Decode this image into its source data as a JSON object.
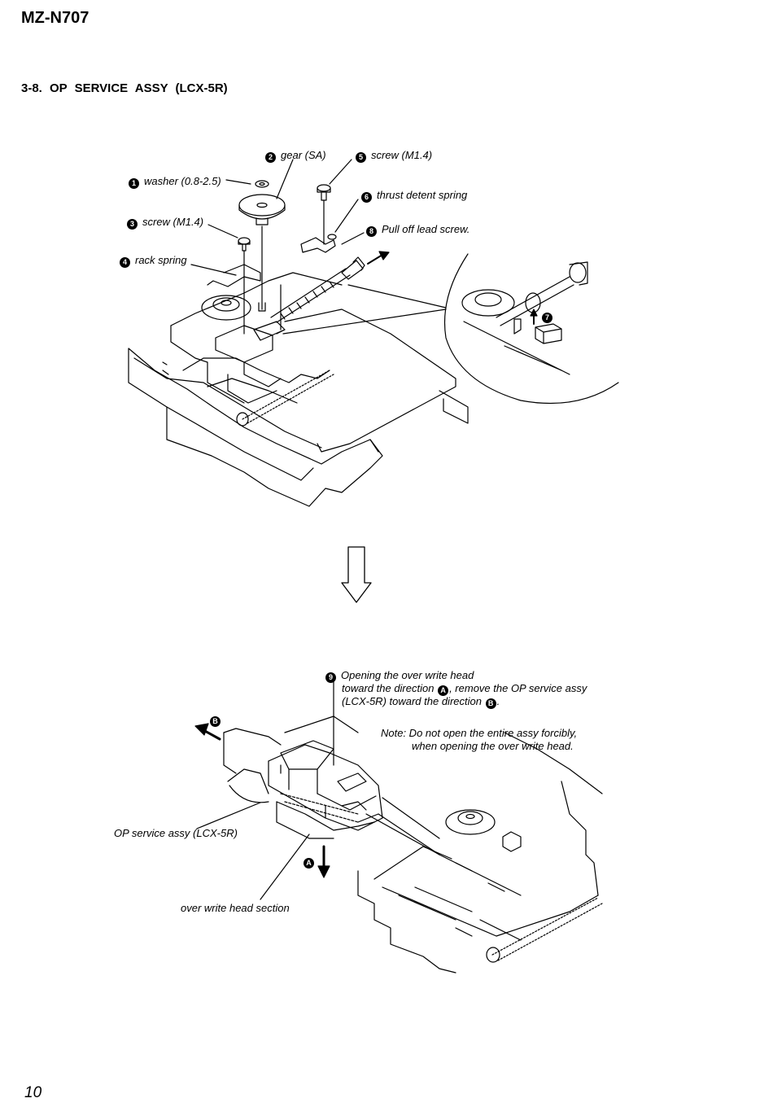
{
  "header": {
    "model": "MZ-N707",
    "section_title": "3-8.   OP  SERVICE  ASSY (LCX-5R)"
  },
  "steps": [
    {
      "num": "1",
      "label": "washer (0.8-2.5)"
    },
    {
      "num": "2",
      "label": "gear (SA)"
    },
    {
      "num": "3",
      "label": "screw (M1.4)"
    },
    {
      "num": "4",
      "label": "rack spring"
    },
    {
      "num": "5",
      "label": "screw (M1.4)"
    },
    {
      "num": "6",
      "label": "thrust detent spring"
    },
    {
      "num": "7",
      "label": ""
    },
    {
      "num": "8",
      "label": "Pull off lead screw."
    }
  ],
  "step9": {
    "num": "9",
    "line1": "Opening the over write head",
    "line2_pre": "toward the direction ",
    "dir_a": "A",
    "line2_post": ", remove the OP service assy",
    "line3_pre": "(LCX-5R) toward the direction ",
    "dir_b": "B",
    "line3_post": "."
  },
  "note": {
    "line1": "Note:  Do not open the entire assy forcibly,",
    "line2": "when opening the over write head."
  },
  "labels": {
    "op_assy": "OP service assy (LCX-5R)",
    "owh_section": "over write head section",
    "arrow_a": "A",
    "arrow_b": "B"
  },
  "footer": {
    "page_number": "10"
  }
}
